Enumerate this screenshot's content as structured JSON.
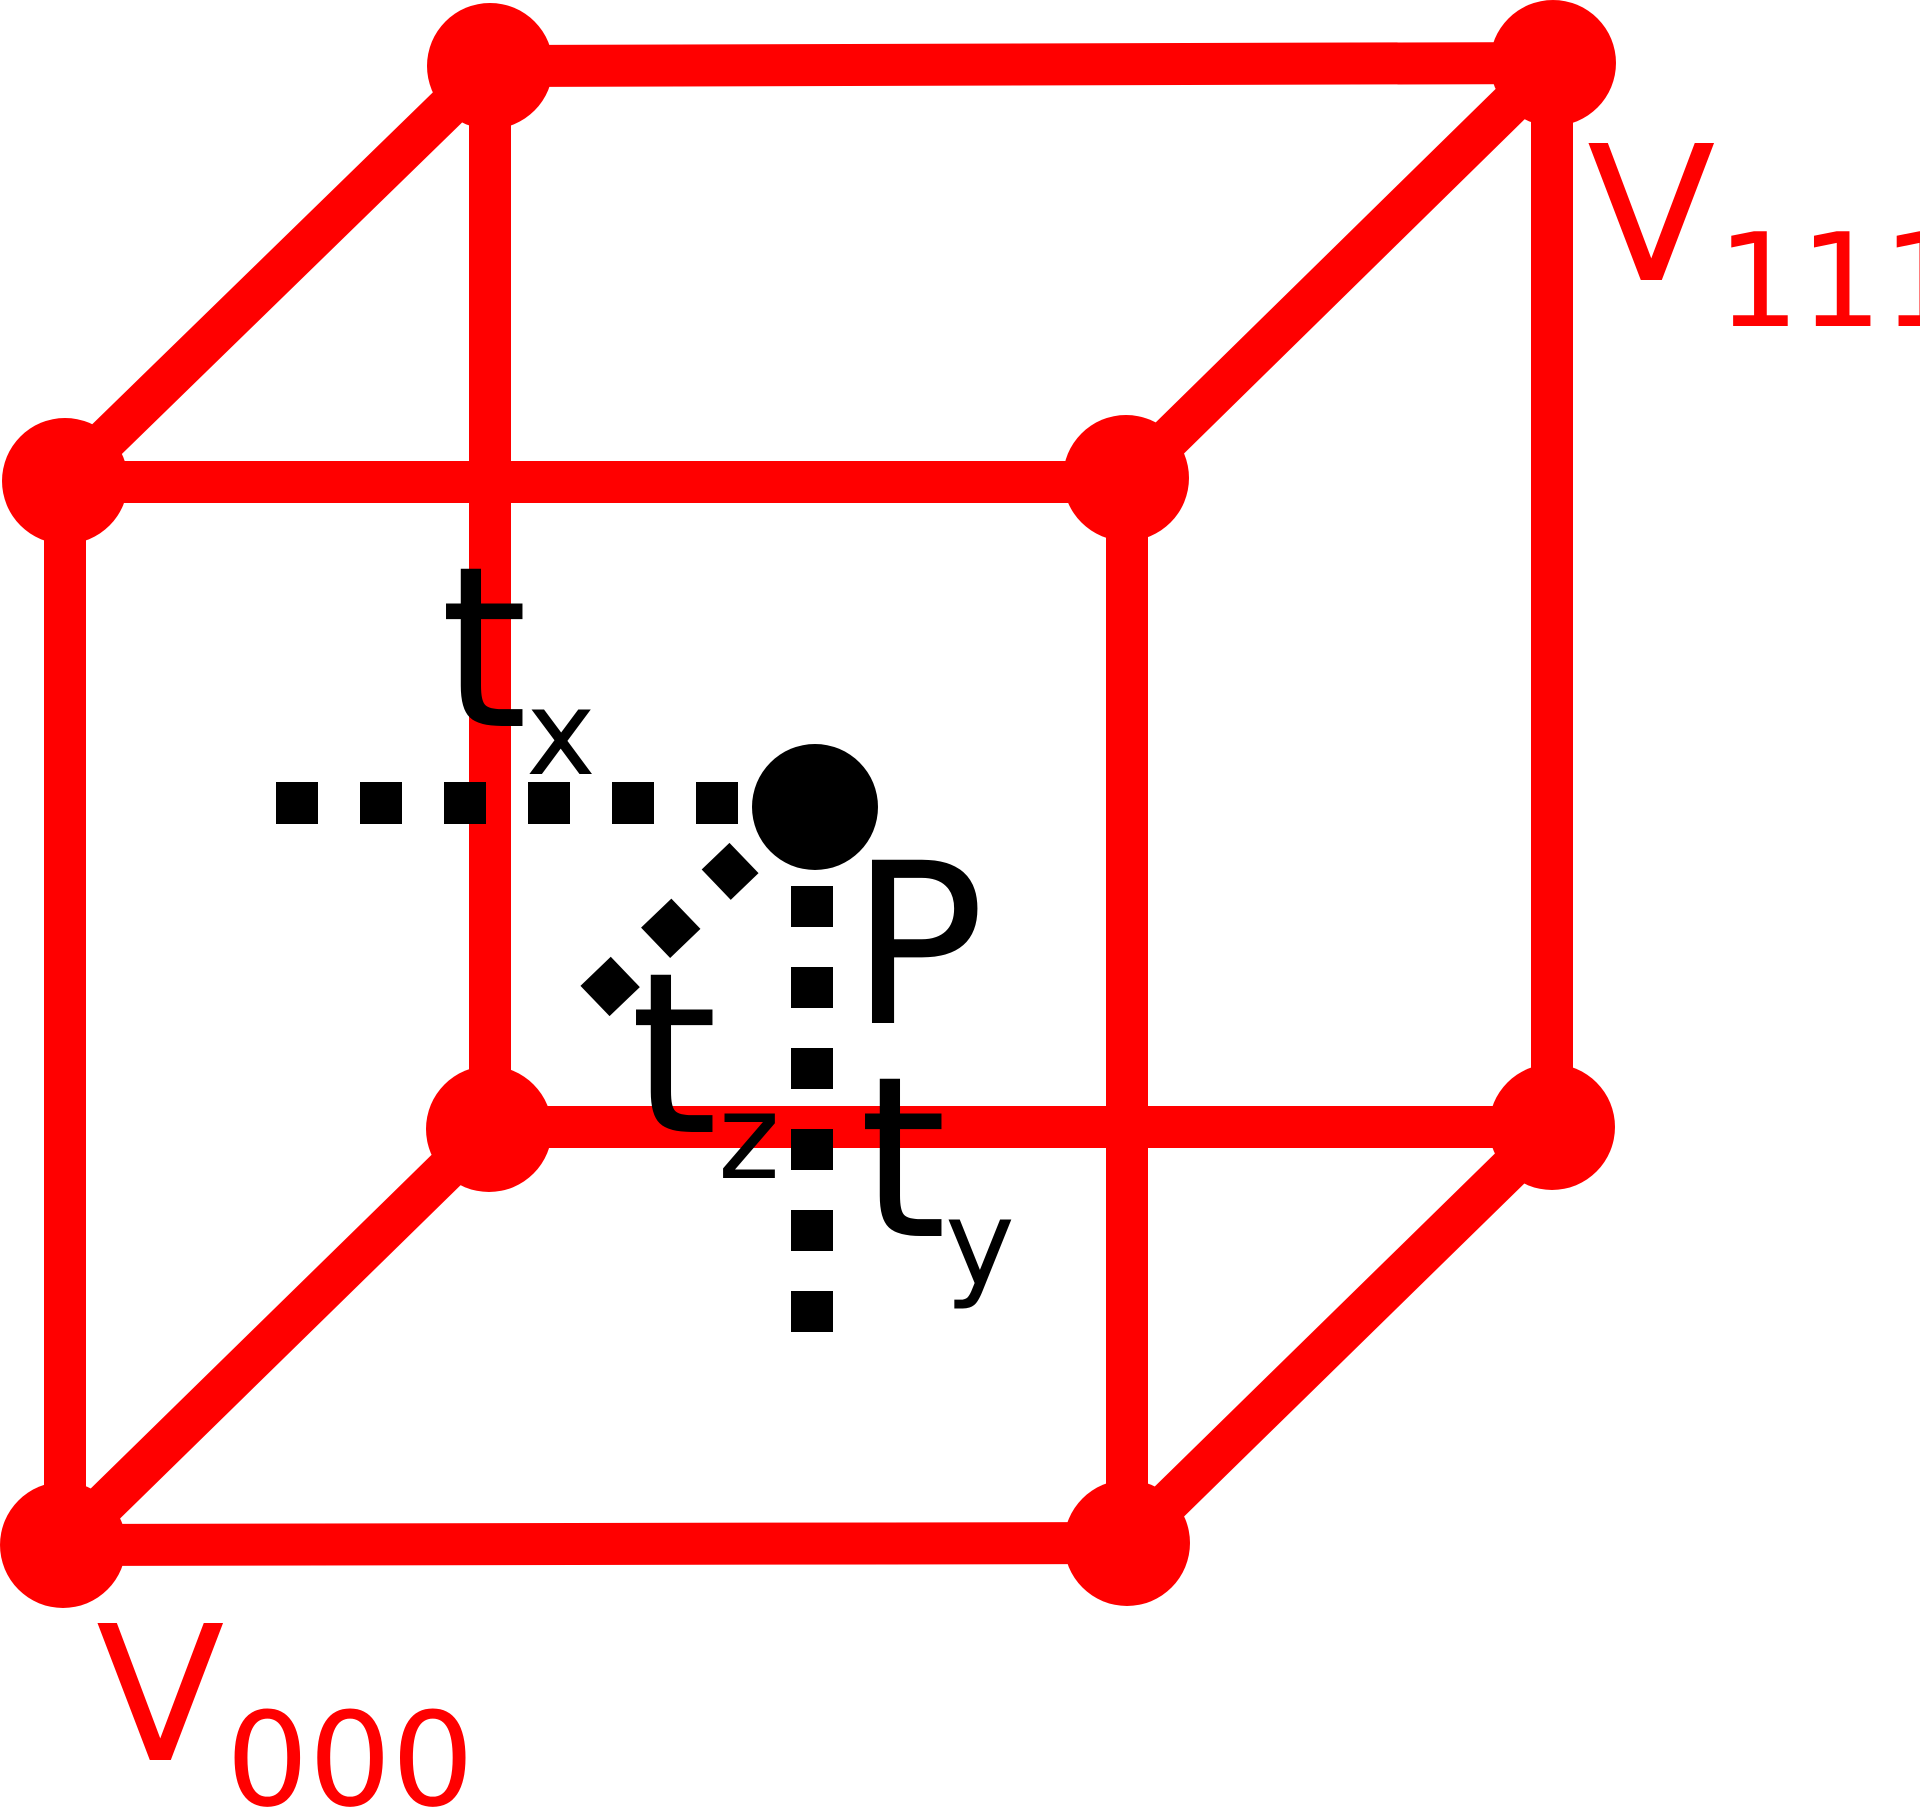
{
  "colors": {
    "cube": "#ff0000",
    "guide": "#000000",
    "background": "#ffffff"
  },
  "labels": {
    "v000_base": "V",
    "v000_sub": "000",
    "v111_base": "V",
    "v111_sub": "111",
    "point": "P",
    "tx_base": "t",
    "tx_sub": "x",
    "ty_base": "t",
    "ty_sub": "y",
    "tz_base": "t",
    "tz_sub": "z"
  }
}
